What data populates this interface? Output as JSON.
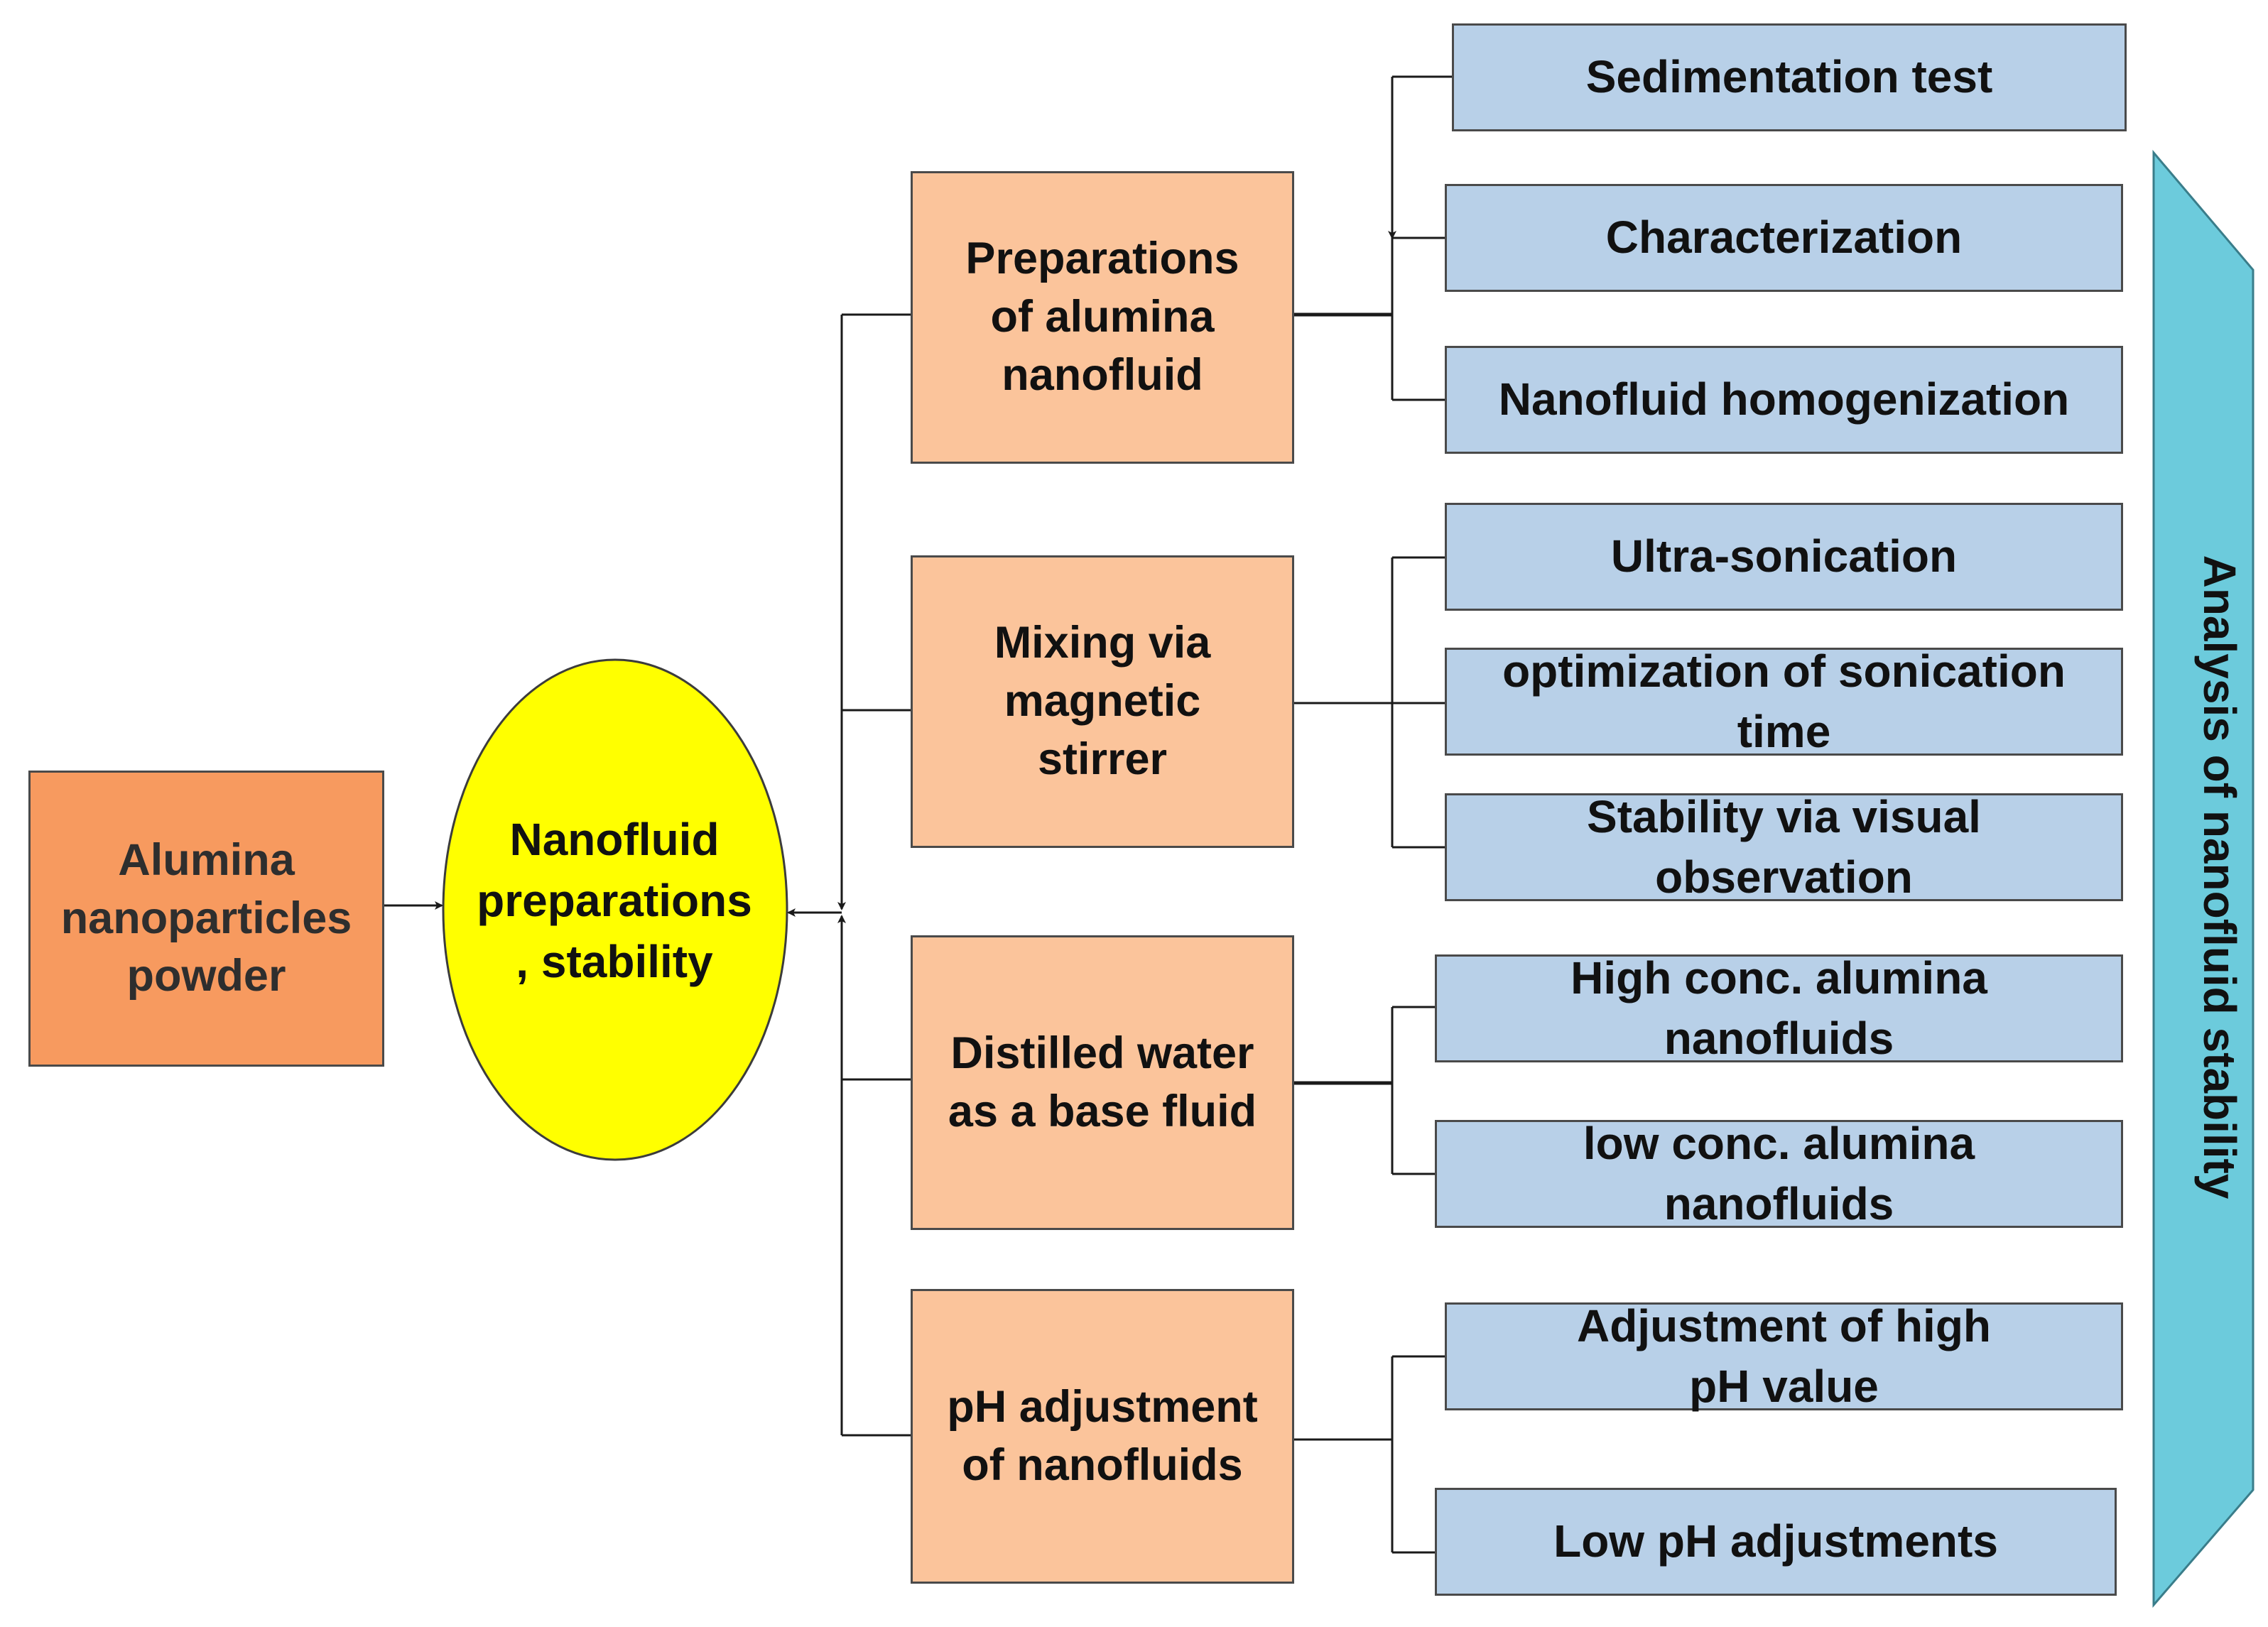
{
  "source": {
    "label": "Alumina\nnanoparticles\npowder",
    "color": "#f79a5f"
  },
  "center": {
    "label": "Nanofluid\npreparations\n, stability",
    "color": "#ffff00"
  },
  "steps": [
    {
      "label": "Preparations\nof alumina\nnanofluid"
    },
    {
      "label": "Mixing  via\nmagnetic\nstirrer"
    },
    {
      "label": "Distilled  water\nas a base fluid"
    },
    {
      "label": "pH adjustment\nof nanofluids"
    }
  ],
  "leaves": [
    {
      "label": "Sedimentation  test"
    },
    {
      "label": "Characterization"
    },
    {
      "label": "Nanofluid  homogenization"
    },
    {
      "label": "Ultra-sonication"
    },
    {
      "label": "optimization  of sonication\ntime"
    },
    {
      "label": "Stability  via visual\nobservation"
    },
    {
      "label": "High conc. alumina\nnanofluids"
    },
    {
      "label": "low conc. alumina\nnanofluids"
    },
    {
      "label": "Adjustment  of high\npH value"
    },
    {
      "label": "Low pH adjustments"
    }
  ],
  "band": {
    "label": "Analysis  of nanofluid  stability",
    "color": "#6ccbdc"
  },
  "colors": {
    "step": "#fbc49b",
    "leaf": "#b8d0e8",
    "line": "#1a1a1a"
  }
}
